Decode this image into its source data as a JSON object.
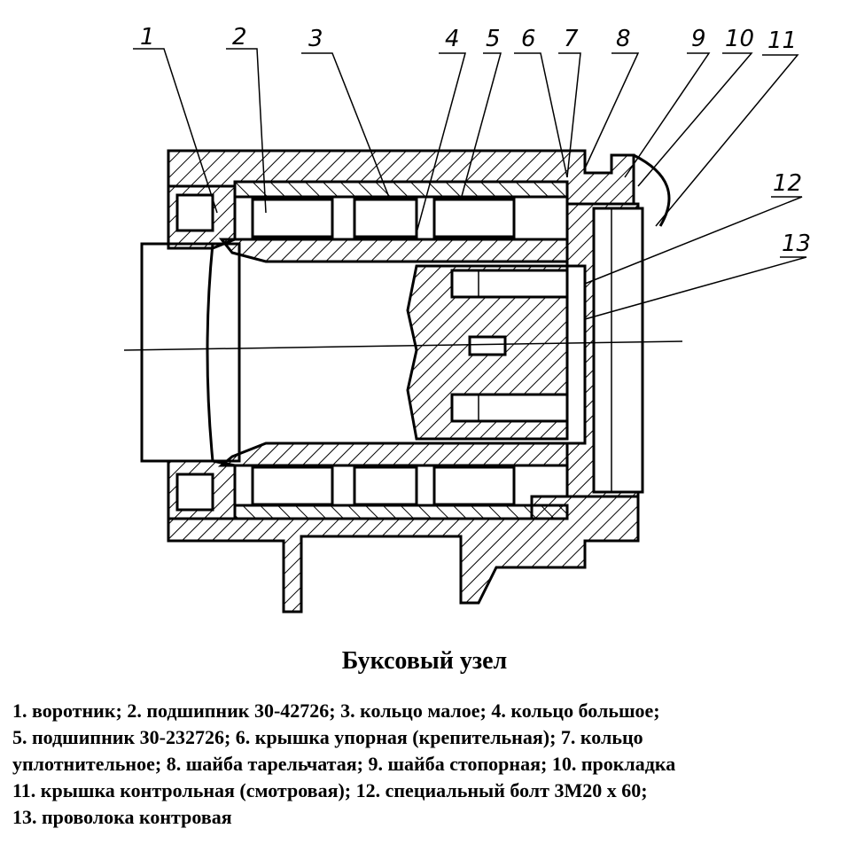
{
  "title": "Буксовый узел",
  "callouts": [
    "1",
    "2",
    "3",
    "4",
    "5",
    "6",
    "7",
    "8",
    "9",
    "10",
    "11",
    "12",
    "13"
  ],
  "legend_lines": [
    "1. воротник;  2. подшипник 30-42726;  3. кольцо малое;  4. кольцо большое;",
    "5. подшипник  30-232726;   6. крышка  упорная (крепительная);   7. кольцо",
    "уплотнительное; 8. шайба тарельчатая; 9. шайба стопорная; 10. прокладка",
    "11. крышка  контрольная  (смотровая);  12. специальный  болт  3М20 х 60;",
    "13. проволока контровая"
  ]
}
